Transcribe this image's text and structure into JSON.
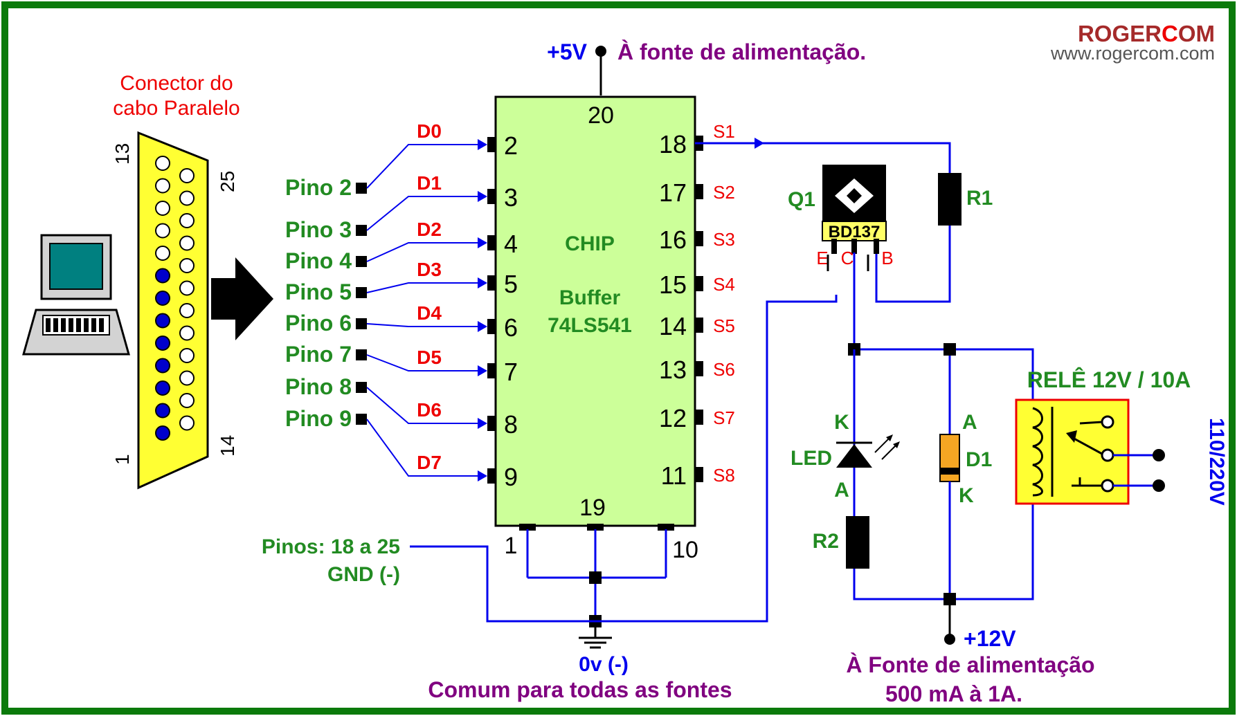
{
  "brand": {
    "name_prefix": "ROGER",
    "name_accent": "C",
    "name_suffix": "OM",
    "url": "www.rogercom.com"
  },
  "supply5v": {
    "voltage": "+5V",
    "caption": "À fonte de alimentação."
  },
  "connector": {
    "title_line1": "Conector do",
    "title_line2": "cabo Paralelo",
    "pin_labels": {
      "top_left": "13",
      "top_right": "25",
      "bottom_left": "1",
      "bottom_right": "14"
    }
  },
  "chip": {
    "name": "CHIP",
    "line2": "Buffer",
    "line3": "74LS541",
    "pin_top": "20",
    "pin_bottom": "19",
    "pin_gnd_left": "1",
    "pin_gnd_right": "10",
    "left_pins": [
      "2",
      "3",
      "4",
      "5",
      "6",
      "7",
      "8",
      "9"
    ],
    "right_pins": [
      "18",
      "17",
      "16",
      "15",
      "14",
      "13",
      "12",
      "11"
    ]
  },
  "data_lines": [
    "D0",
    "D1",
    "D2",
    "D3",
    "D4",
    "D5",
    "D6",
    "D7"
  ],
  "port_pins": [
    "Pino 2",
    "Pino 3",
    "Pino 4",
    "Pino 5",
    "Pino 6",
    "Pino 7",
    "Pino 8",
    "Pino 9"
  ],
  "outputs": [
    "S1",
    "S2",
    "S3",
    "S4",
    "S5",
    "S6",
    "S7",
    "S8"
  ],
  "gnd_pins": {
    "line1": "Pinos: 18 a 25",
    "line2": "GND (-)"
  },
  "ground": {
    "voltage": "0v (-)",
    "caption": "Comum para todas as fontes"
  },
  "transistor": {
    "ref": "Q1",
    "part": "BD137",
    "pin_e": "E",
    "pin_c": "C",
    "pin_b": "B"
  },
  "resistors": {
    "r1": "R1",
    "r2": "R2"
  },
  "led": {
    "label": "LED",
    "k": "K",
    "a": "A"
  },
  "diode": {
    "label": "D1",
    "a": "A",
    "k": "K"
  },
  "relay": {
    "title": "RELÊ 12V / 10A",
    "mains": "110/220V"
  },
  "supply12v": {
    "voltage": "+12V",
    "caption_line1": "À Fonte de alimentação",
    "caption_line2": "500 mA à 1A."
  },
  "colors": {
    "frame": "#0b7a0b",
    "wire": "#0000ee",
    "chip": "#ccff99",
    "connector": "#ffff33",
    "green_text": "#228b22",
    "red_text": "#ee0000",
    "purple_text": "#800080"
  }
}
